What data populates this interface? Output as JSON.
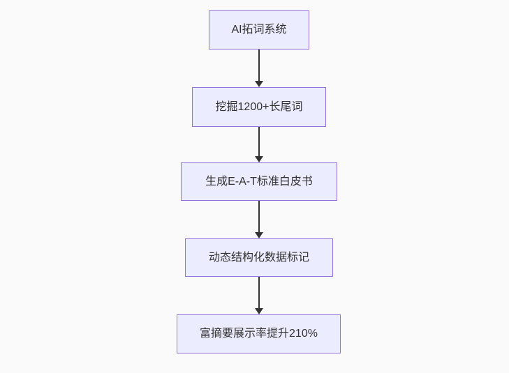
{
  "diagram": {
    "type": "flowchart",
    "direction": "top-down",
    "theme": {
      "canvas_bg": "#fafafa",
      "node_fill": "#ECECFF",
      "node_border": "#9370DB",
      "text_color": "#333333",
      "arrow_color": "#333333"
    },
    "nodes": [
      {
        "id": "n1",
        "label": "AI拓词系统"
      },
      {
        "id": "n2",
        "label": "挖掘1200+长尾词"
      },
      {
        "id": "n3",
        "label": "生成E-A-T标准白皮书"
      },
      {
        "id": "n4",
        "label": "动态结构化数据标记"
      },
      {
        "id": "n5",
        "label": "富摘要展示率提升210%"
      }
    ],
    "edges": [
      {
        "from": "n1",
        "to": "n2"
      },
      {
        "from": "n2",
        "to": "n3"
      },
      {
        "from": "n3",
        "to": "n4"
      },
      {
        "from": "n4",
        "to": "n5"
      }
    ]
  }
}
